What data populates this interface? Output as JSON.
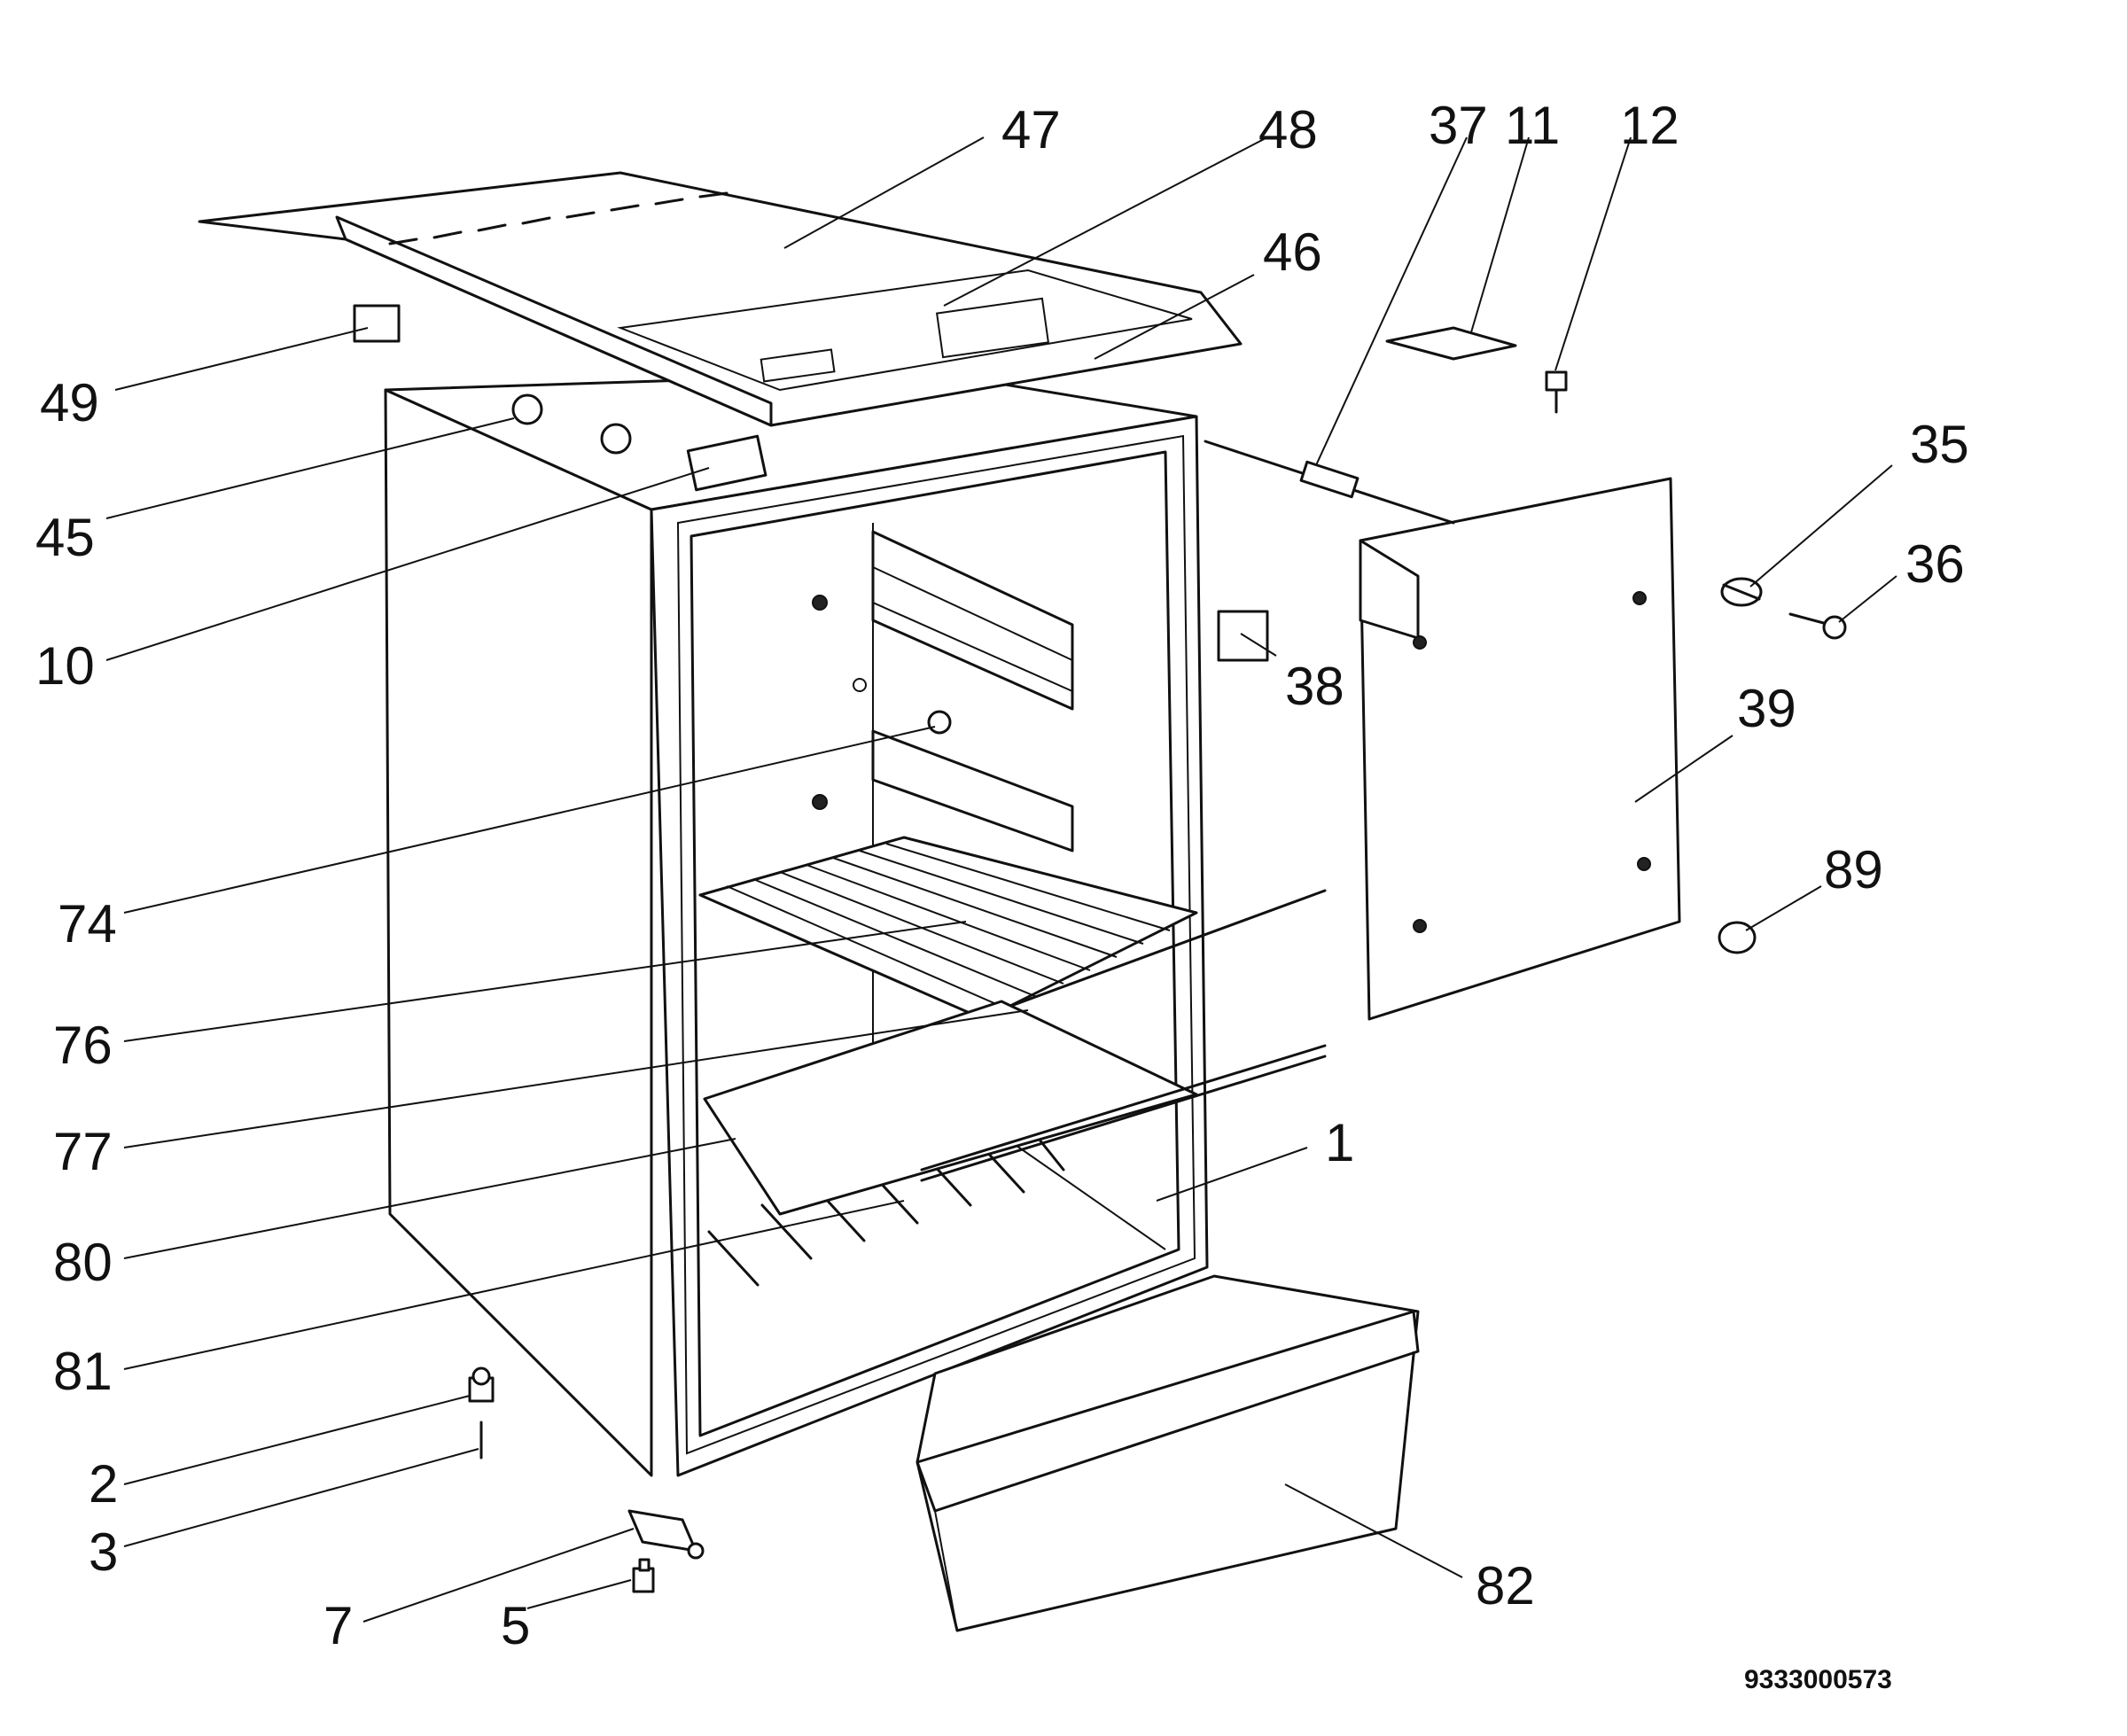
{
  "part_numbers": [
    "47",
    "48",
    "46",
    "37",
    "11",
    "12",
    "49",
    "45",
    "10",
    "35",
    "36",
    "38",
    "39",
    "74",
    "89",
    "76",
    "77",
    "1",
    "80",
    "81",
    "2",
    "3",
    "82",
    "7",
    "5"
  ],
  "catalog_code": "9333000573"
}
